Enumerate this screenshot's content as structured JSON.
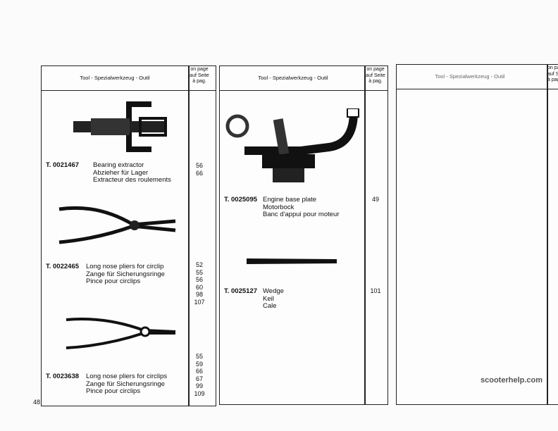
{
  "header": {
    "tool_label": "Tool - Spezialwerkzeug - Outil",
    "page_label_lines": [
      "on page",
      "auf Seite",
      "à pag."
    ]
  },
  "columns": [
    {
      "entries": [
        {
          "code": "T. 0021467",
          "desc": [
            "Bearing extractor",
            "Abzieher für Lager",
            "Extracteur des roulements"
          ],
          "pages": [
            "56",
            "66"
          ],
          "icon": "bearing-extractor"
        },
        {
          "code": "T. 0022465",
          "desc": [
            "Long nose pliers for circlip",
            "Zange für Sicherungsringe",
            "Pince pour circlips"
          ],
          "pages": [
            "52",
            "55",
            "56",
            "60",
            "98",
            "107"
          ],
          "icon": "circlip-pliers"
        },
        {
          "code": "T. 0023638",
          "desc": [
            "Long nose pliers for circlips",
            "Zange für Sicherungsringe",
            "Pince pour circlips"
          ],
          "pages": [
            "55",
            "59",
            "66",
            "67",
            "99",
            "109"
          ],
          "icon": "circlip-pliers-long"
        }
      ]
    },
    {
      "entries": [
        {
          "code": "T. 0025095",
          "desc": [
            "Engine base plate",
            "Motorbock",
            "Banc d'appui pour moteur"
          ],
          "pages": [
            "49"
          ],
          "icon": "engine-base-plate"
        },
        {
          "code": "T. 0025127",
          "desc": [
            "Wedge",
            "Keil",
            "Cale"
          ],
          "pages": [
            "101"
          ],
          "icon": "wedge"
        }
      ]
    }
  ],
  "page_number": "48",
  "watermark": "scooterhelp.com"
}
